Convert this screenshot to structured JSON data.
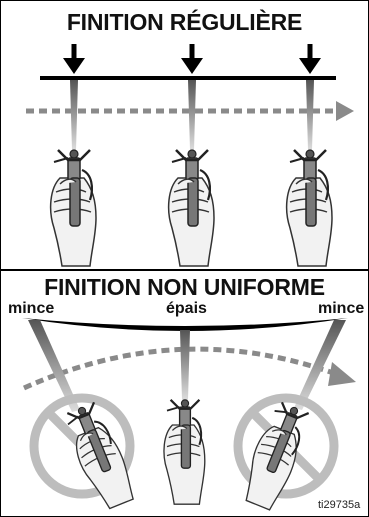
{
  "panels": {
    "top": {
      "title": "FINITION RÉGULIÈRE"
    },
    "bottom": {
      "title": "FINITION NON UNIFORME",
      "labels": {
        "left": "mince",
        "center": "épais",
        "right": "mince"
      }
    }
  },
  "figure_id": "ti29735a",
  "icons": [
    "down-arrow-icon",
    "spray-gun-icon",
    "prohibited-icon",
    "motion-arrow-icon"
  ],
  "colors": {
    "ink": "#111111",
    "gray": "#8a8a8a",
    "light_gray": "#bdbdbd"
  }
}
